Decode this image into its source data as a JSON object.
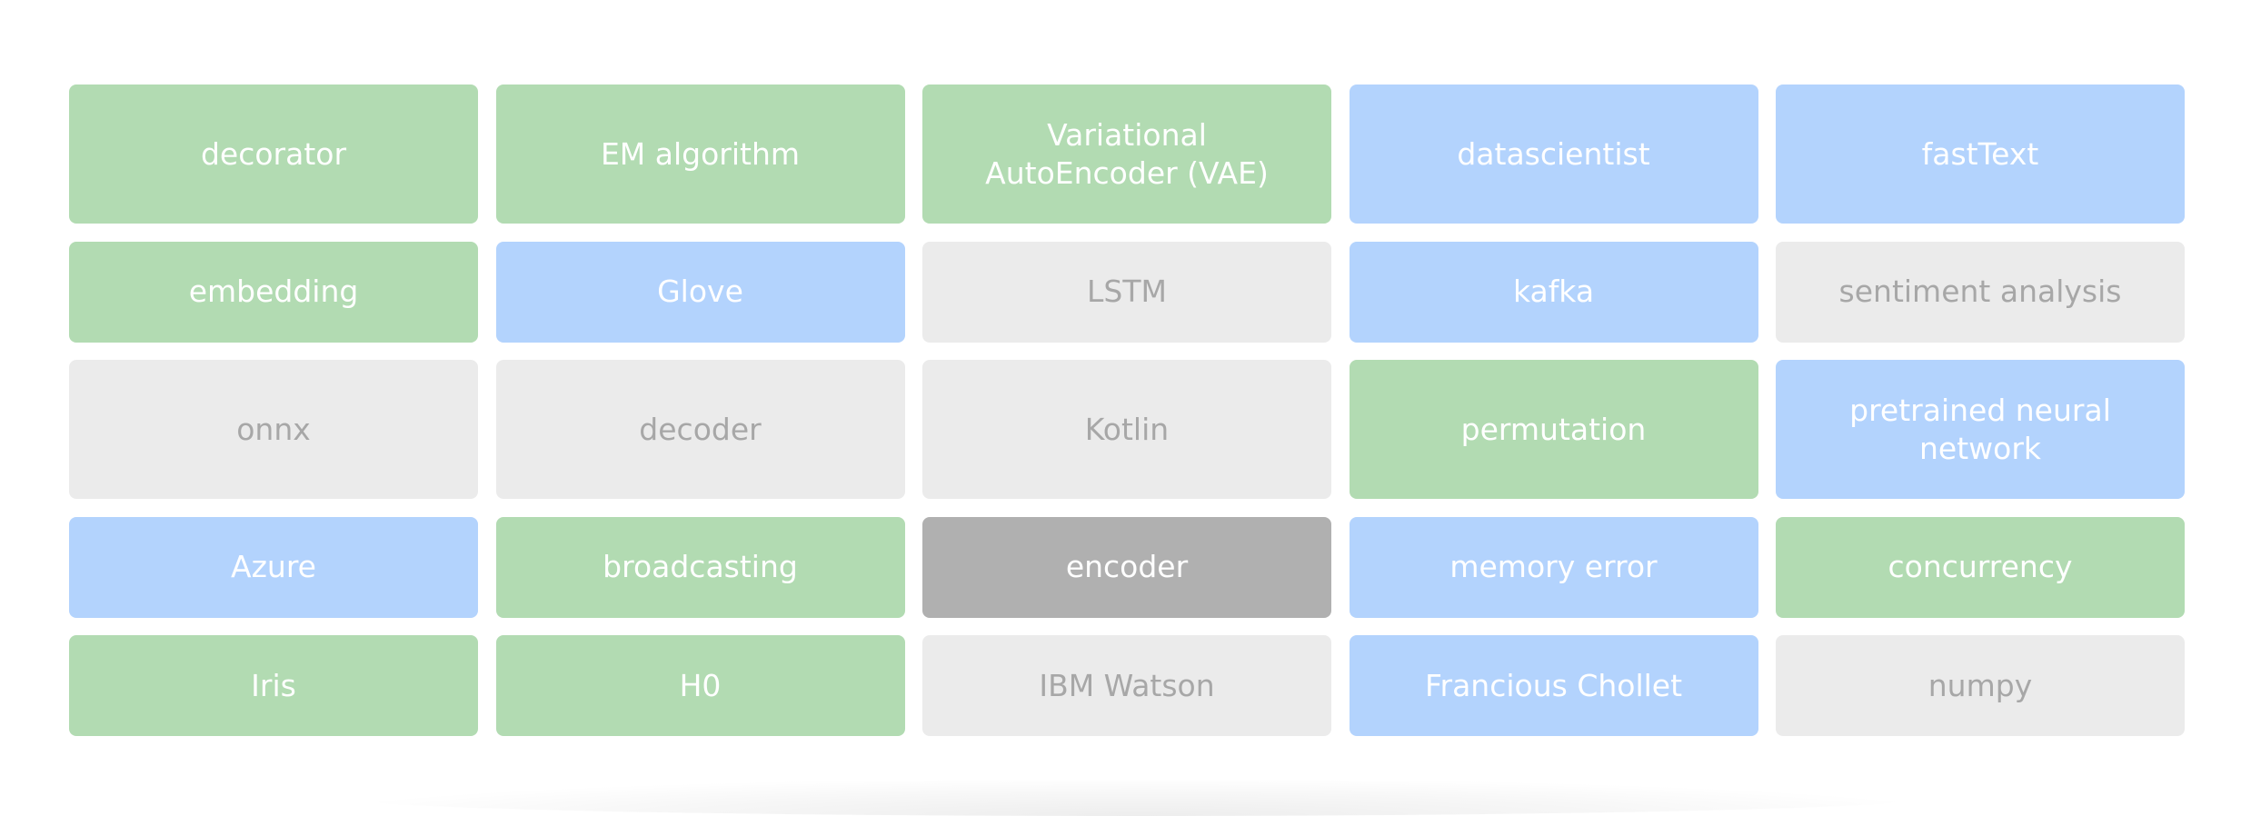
{
  "colors": {
    "green": "#b2dbb2",
    "blue": "#b3d3fd",
    "grey": "#ebebeb",
    "grey_text": "#a7a7a7",
    "dark": "#b0b0b0"
  },
  "board": {
    "tiles": [
      {
        "label": "decorator",
        "color": "green"
      },
      {
        "label": "EM algorithm",
        "color": "green"
      },
      {
        "label": "Variational AutoEncoder (VAE)",
        "color": "green"
      },
      {
        "label": "datascientist",
        "color": "blue"
      },
      {
        "label": "fastText",
        "color": "blue"
      },
      {
        "label": "embedding",
        "color": "green"
      },
      {
        "label": "Glove",
        "color": "blue"
      },
      {
        "label": "LSTM",
        "color": "grey"
      },
      {
        "label": "kafka",
        "color": "blue"
      },
      {
        "label": "sentiment analysis",
        "color": "grey"
      },
      {
        "label": "onnx",
        "color": "grey"
      },
      {
        "label": "decoder",
        "color": "grey"
      },
      {
        "label": "Kotlin",
        "color": "grey"
      },
      {
        "label": "permutation",
        "color": "green"
      },
      {
        "label": "pretrained neural network",
        "color": "blue"
      },
      {
        "label": "Azure",
        "color": "blue"
      },
      {
        "label": "broadcasting",
        "color": "green"
      },
      {
        "label": "encoder",
        "color": "dark"
      },
      {
        "label": "memory error",
        "color": "blue"
      },
      {
        "label": "concurrency",
        "color": "green"
      },
      {
        "label": "Iris",
        "color": "green"
      },
      {
        "label": "H0",
        "color": "green"
      },
      {
        "label": "IBM Watson",
        "color": "grey"
      },
      {
        "label": "Francious Chollet",
        "color": "blue"
      },
      {
        "label": "numpy",
        "color": "grey"
      }
    ]
  }
}
